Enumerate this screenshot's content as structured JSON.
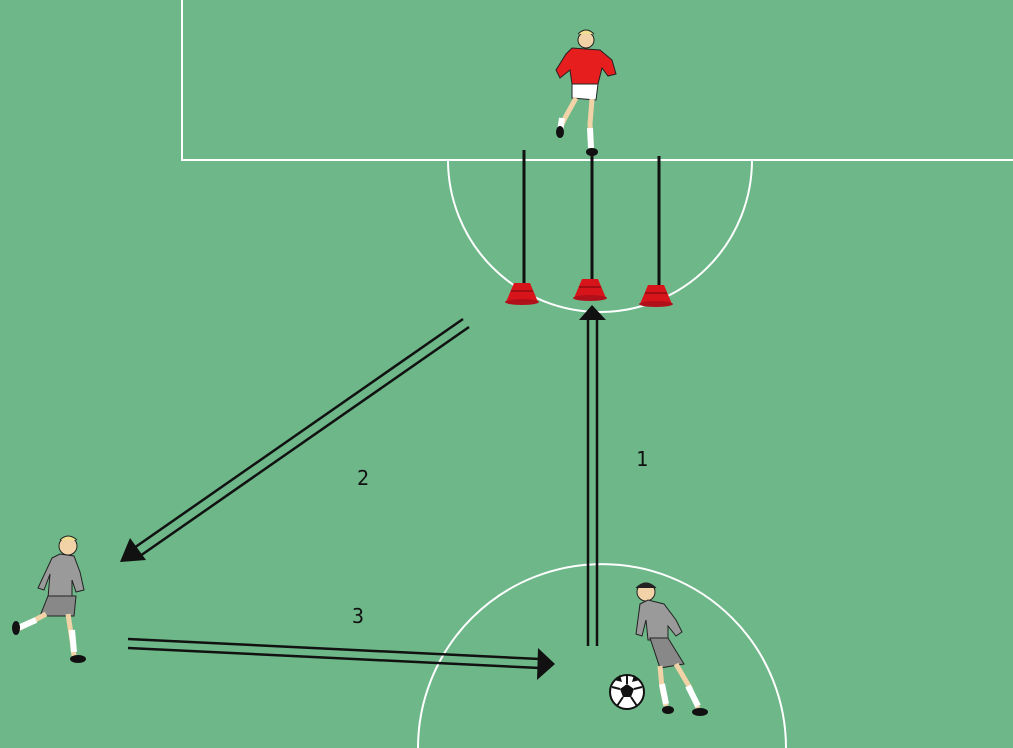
{
  "colors": {
    "grass": "#6db788",
    "line": "#ffffff",
    "arrow": "#111111",
    "cone": "#d8141b",
    "pole": "#111111",
    "attacker_shirt": "#e61e1e",
    "teammate_kit": "#9a9a9a"
  },
  "diagram": {
    "players": [
      {
        "role": "attacker",
        "kit": "red"
      },
      {
        "role": "teammate-left",
        "kit": "grey"
      },
      {
        "role": "teammate-ball",
        "kit": "grey"
      }
    ],
    "cones": 3,
    "poles": 3,
    "steps": [
      {
        "id": "1",
        "label": "1"
      },
      {
        "id": "2",
        "label": "2"
      },
      {
        "id": "3",
        "label": "3"
      }
    ]
  }
}
